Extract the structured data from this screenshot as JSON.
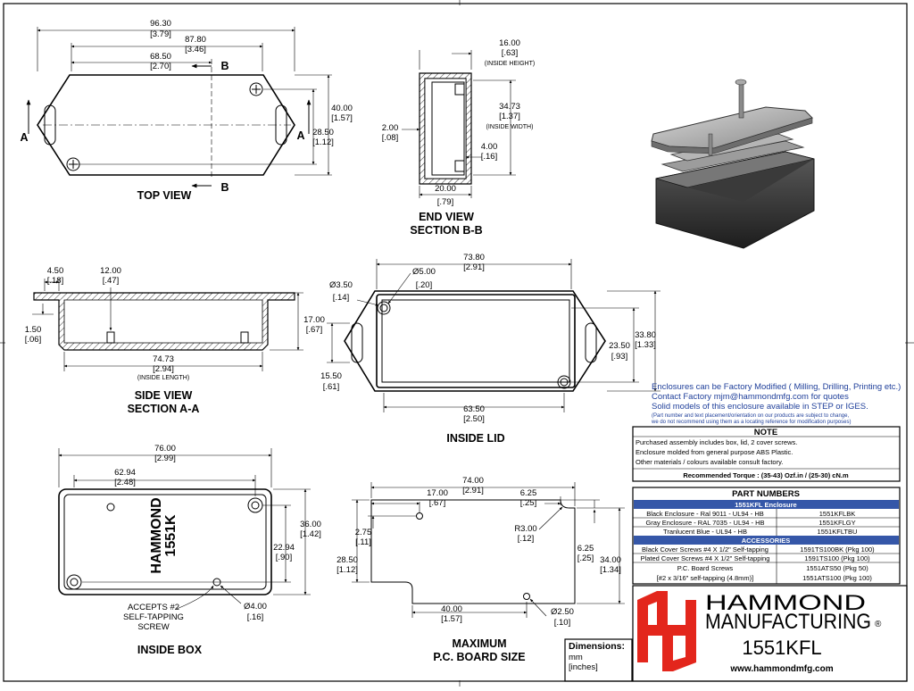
{
  "views": {
    "top": {
      "title": "TOP VIEW",
      "dims": [
        "96.30",
        "[3.79]",
        "87.80",
        "[3.46]",
        "68.50",
        "[2.70]",
        "40.00",
        "[1.57]",
        "28.50",
        "[1.12]"
      ],
      "markers": [
        "A",
        "A",
        "B",
        "B"
      ]
    },
    "end": {
      "title": [
        "END VIEW",
        "SECTION B-B"
      ],
      "dims": [
        "16.00",
        "[.63]",
        "(INSIDE HEIGHT)",
        "34.73",
        "[1.37]",
        "(INSIDE WIDTH)",
        "2.00",
        "[.08]",
        "4.00",
        "[.16]",
        "20.00",
        "[.79]"
      ]
    },
    "side": {
      "title": [
        "SIDE VIEW",
        "SECTION A-A"
      ],
      "dims": [
        "4.50",
        "[.18]",
        "12.00",
        "[.47]",
        "1.50",
        "[.06]",
        "17.00",
        "[.67]",
        "74.73",
        "[2.94]",
        "(INSIDE LENGTH)"
      ]
    },
    "lid": {
      "title": "INSIDE LID",
      "dims": [
        "73.80",
        "[2.91]",
        "Ø5.00",
        "[.20]",
        "Ø3.50",
        "[.14]",
        "23.50",
        "[.93]",
        "33.80",
        "[1.33]",
        "15.50",
        "[.61]",
        "63.50",
        "[2.50]"
      ]
    },
    "box": {
      "title": "INSIDE BOX",
      "dims": [
        "76.00",
        "[2.99]",
        "62.94",
        "[2.48]",
        "36.00",
        "[1.42]",
        "22.94",
        "[.90]",
        "Ø4.00",
        "[.16]"
      ],
      "note": [
        "ACCEPTS #2",
        "SELF-TAPPING",
        "SCREW"
      ],
      "emboss": [
        "HAMMOND",
        "1551K"
      ]
    },
    "pcb": {
      "title": [
        "MAXIMUM",
        "P.C. BOARD SIZE"
      ],
      "dims": [
        "74.00",
        "[2.91]",
        "17.00",
        "[.67]",
        "6.25",
        "[.25]",
        "2.75",
        "[.11]",
        "R3.00",
        "[.12]",
        "6.25",
        "[.25]",
        "28.50",
        "[1.12]",
        "34.00",
        "[1.34]",
        "40.00",
        "[1.57]",
        "Ø2.50",
        "[.10]"
      ]
    }
  },
  "info": {
    "line1": "Enclosures can be Factory Modified ( Milling, Drilling, Printing etc.)",
    "line2": "Contact Factory      mjm@hammondmfg.com for quotes",
    "line3": "Solid models of this enclosure available in STEP or IGES.",
    "line4": "(Part number and text placement/orientation on our products are subject to change,",
    "line5": "we do not recommend using them as a locating reference for modification purposes)"
  },
  "note": {
    "title": "NOTE",
    "lines": [
      "Purchased assembly includes box, lid, 2 cover screws.",
      "Enclosure molded from general purpose ABS Plastic.",
      "Other materials / colours available consult factory."
    ],
    "torque": "Recommended Torque : (35-43) Ozf.in / (25-30) cN.m"
  },
  "parts": {
    "title": "PART NUMBERS",
    "enclosure_header": "1551KFL Enclosure",
    "enclosures": [
      {
        "desc": "Black Enclosure - Ral 9011 - UL94 - HB",
        "pn": "1551KFLBK"
      },
      {
        "desc": "Gray Enclosure - RAL 7035 - UL94 - HB",
        "pn": "1551KFLGY"
      },
      {
        "desc": "Tranlucent Blue - UL94 - HB",
        "pn": "1551KFLTBU"
      }
    ],
    "accessories_header": "ACCESSORIES",
    "accessories": [
      {
        "desc": "Black Cover Screws #4 X 1/2\" Self-tapping",
        "pn": "1591TS100BK (Pkg 100)"
      },
      {
        "desc": "Plated Cover Screws #4 X 1/2\" Self-tapping",
        "pn": "1591TS100 (Pkg 100)"
      },
      {
        "desc": "P.C. Board Screws",
        "pn": "1551ATS50 (Pkg 50)"
      },
      {
        "desc": "[#2 x 3/16\" self-tapping (4.8mm)]",
        "pn": "1551ATS100 (Pkg 100)"
      }
    ]
  },
  "title_block": {
    "company_line1": "HAMMOND",
    "company_line2": "MANUFACTURING",
    "reg": "®",
    "part": "1551KFL",
    "website": "www.hammondmfg.com",
    "dimensions_label": "Dimensions:",
    "units": [
      "mm",
      "[inches]"
    ]
  },
  "colors": {
    "accent_blue": "#1f3f9a",
    "header_blue": "#3557a8",
    "logo_red": "#e3261c"
  }
}
